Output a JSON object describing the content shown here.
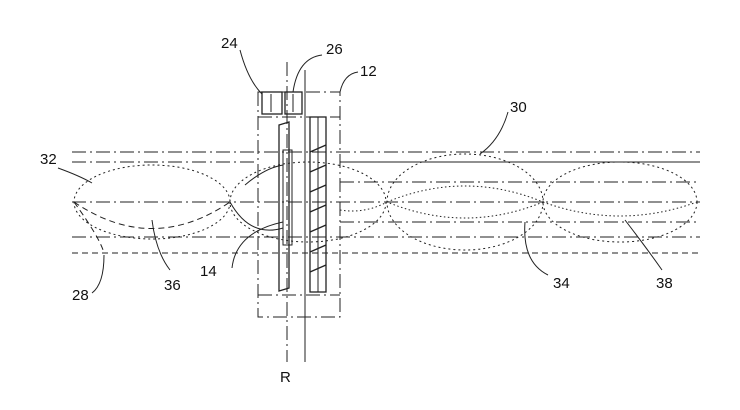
{
  "figure": {
    "labels": {
      "l24": "24",
      "l26": "26",
      "l12": "12",
      "l30": "30",
      "l32": "32",
      "l14": "14",
      "l28": "28",
      "l36": "36",
      "l34": "34",
      "l38": "38",
      "lR": "R"
    }
  }
}
